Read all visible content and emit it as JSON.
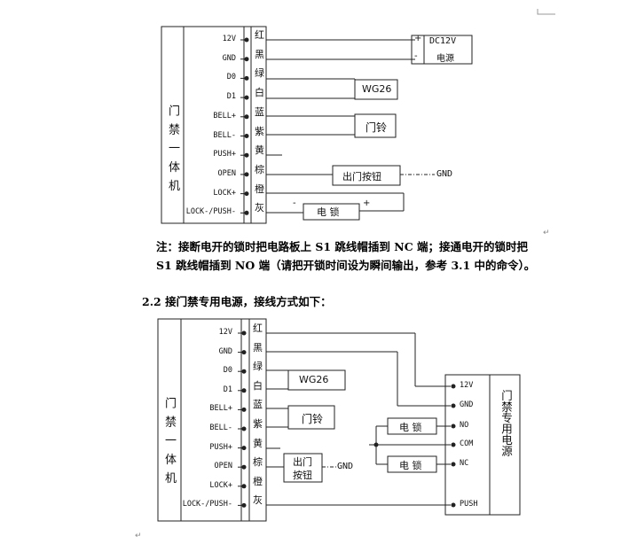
{
  "diagram1": {
    "device_label": "门 禁 一 体 机",
    "pins": [
      "12V",
      "GND",
      "D0",
      "D1",
      "BELL+",
      "BELL-",
      "PUSH+",
      "OPEN",
      "LOCK+",
      "LOCK-/PUSH-"
    ],
    "colors": [
      "红",
      "黑",
      "绿",
      "白",
      "蓝",
      "紫",
      "黄",
      "棕",
      "橙",
      "灰"
    ],
    "psu_label_1": "DC12V",
    "psu_label_2": "电源",
    "plus": "+",
    "minus": "-",
    "wg26": "WG26",
    "doorbell": "门铃",
    "exit_button": "出门按钮",
    "gnd": "GND",
    "lock": "电 锁"
  },
  "note": {
    "line1": "注：接断电开的锁时把电路板上 S1 跳线帽插到 NC 端；接通电开的锁时把",
    "line2": "S1 跳线帽插到 NO 端（请把开锁时间设为瞬间输出，参考 3.1 中的命令）。"
  },
  "section_heading": "2.2 接门禁专用电源，接线方式如下：",
  "diagram2": {
    "device_label": "门 禁 一 体 机",
    "pins": [
      "12V",
      "GND",
      "D0",
      "D1",
      "BELL+",
      "BELL-",
      "PUSH+",
      "OPEN",
      "LOCK+",
      "LOCK-/PUSH-"
    ],
    "colors": [
      "红",
      "黑",
      "绿",
      "白",
      "蓝",
      "紫",
      "黄",
      "棕",
      "橙",
      "灰"
    ],
    "wg26": "WG26",
    "doorbell": "门铃",
    "exit_button_1": "出门",
    "exit_button_2": "按钮",
    "gnd": "GND",
    "lock1": "电 锁",
    "lock2": "电 锁",
    "psu_title": "门禁专用电源",
    "psu_pins": [
      "12V",
      "GND",
      "NO",
      "COM",
      "NC",
      "PUSH"
    ]
  },
  "para_mark": "↵"
}
